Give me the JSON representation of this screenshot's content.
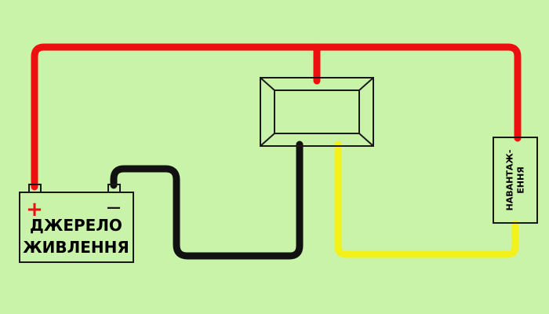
{
  "colors": {
    "background": "#c9f3a9",
    "positive_wire": "#ee1010",
    "negative_wire": "#111111",
    "signal_wire": "#f2f21a",
    "outline": "#1a1a1a"
  },
  "power_source": {
    "label_line1": "ДЖЕРЕЛО",
    "label_line2": "ЖИВЛЕННЯ",
    "plus_sign": "+",
    "minus_sign": "—"
  },
  "load": {
    "label_line1": "НАВАНТАЖ-",
    "label_line2": "ЕННЯ"
  },
  "meter": {
    "icon": "display-meter-icon"
  }
}
